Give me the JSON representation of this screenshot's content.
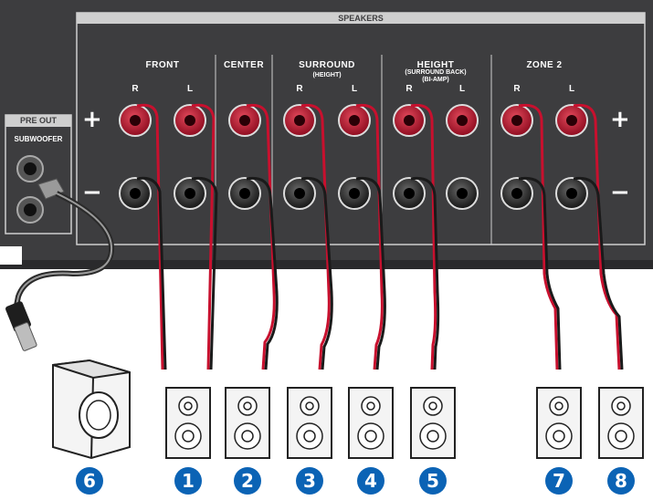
{
  "panel": {
    "speakers_title": "SPEAKERS",
    "pre_out_title": "PRE OUT",
    "subwoofer_label": "SUBWOOFER",
    "plus_sign": "+",
    "minus_sign": "−"
  },
  "groups": [
    {
      "name": "FRONT",
      "sub": "",
      "sub2": "",
      "channels": [
        "R",
        "L"
      ]
    },
    {
      "name": "CENTER",
      "sub": "",
      "sub2": "",
      "channels": []
    },
    {
      "name": "SURROUND",
      "sub": "(HEIGHT)",
      "sub2": "",
      "channels": [
        "R",
        "L"
      ]
    },
    {
      "name": "HEIGHT",
      "sub": "(SURROUND BACK)",
      "sub2": "(BI-AMP)",
      "channels": [
        "R",
        "L"
      ]
    },
    {
      "name": "ZONE 2",
      "sub": "",
      "sub2": "",
      "channels": [
        "R",
        "L"
      ]
    }
  ],
  "badges": [
    "6",
    "1",
    "2",
    "3",
    "4",
    "5",
    "7",
    "8"
  ],
  "colors": {
    "panel": "#3d3d3f",
    "panel_dark": "#2a2a2c",
    "terminal_red": "#c8102e",
    "terminal_black": "#1a1a1a",
    "badge_blue": "#0b63b5"
  }
}
